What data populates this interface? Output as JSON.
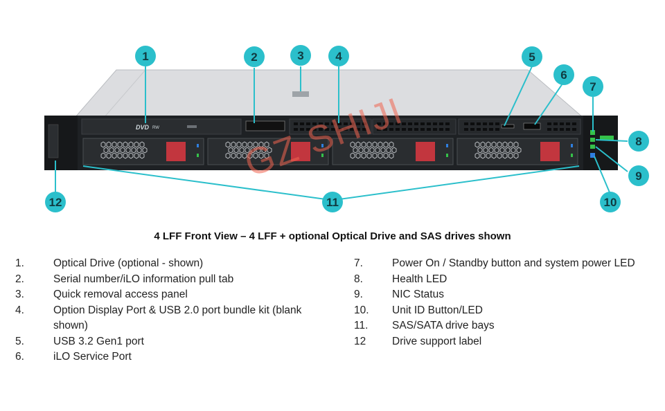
{
  "caption": "4 LFF Front View – 4 LFF + optional Optical Drive and SAS drives shown",
  "watermark": "GZ SHIJI",
  "server": {
    "dvd_logo": "DVD",
    "dvd_sub": "RW"
  },
  "callouts": [
    {
      "number": "1"
    },
    {
      "number": "2"
    },
    {
      "number": "3"
    },
    {
      "number": "4"
    },
    {
      "number": "5"
    },
    {
      "number": "6"
    },
    {
      "number": "7"
    },
    {
      "number": "8"
    },
    {
      "number": "9"
    },
    {
      "number": "10"
    },
    {
      "number": "11"
    },
    {
      "number": "12"
    }
  ],
  "legend_left": [
    {
      "num": "1.",
      "text": "Optical Drive (optional - shown)"
    },
    {
      "num": "2.",
      "text": "Serial number/iLO information pull tab"
    },
    {
      "num": "3.",
      "text": "Quick removal access panel"
    },
    {
      "num": "4.",
      "text": "Option Display Port & USB 2.0 port bundle kit (blank shown)"
    },
    {
      "num": "5.",
      "text": "USB 3.2 Gen1 port"
    },
    {
      "num": "6.",
      "text": "iLO Service Port"
    }
  ],
  "legend_right": [
    {
      "num": "7.",
      "text": "Power On / Standby button and system power LED"
    },
    {
      "num": "8.",
      "text": "Health LED"
    },
    {
      "num": "9.",
      "text": "NIC Status"
    },
    {
      "num": "10.",
      "text": "Unit ID Button/LED"
    },
    {
      "num": "11.",
      "text": "SAS/SATA drive bays"
    },
    {
      "num": "12",
      "text": "Drive support label"
    }
  ],
  "colors": {
    "callout_fill": "#2bbfcb",
    "callout_line": "#2bbfcb",
    "chassis_dark": "#1e2124",
    "lid": "#d8dadc",
    "drive_handle": "#c2363e",
    "led_green": "#35c24a",
    "led_blue": "#2f7fe0"
  }
}
